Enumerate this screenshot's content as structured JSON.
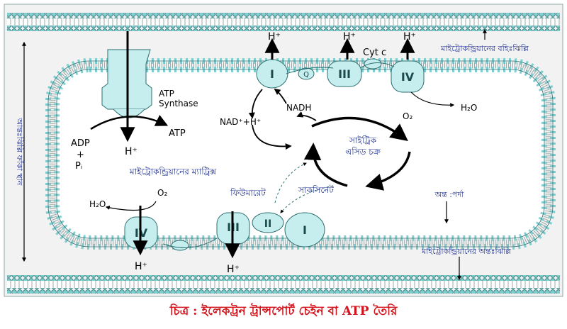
{
  "labels": {
    "outer_membrane": "মাইট্রোকন্ড্রিয়ানের বহিঃঝিল্লি",
    "inner_membrane": "মাইট্রোকন্ড্রিয়ানের অন্তঃঝিল্লি",
    "cristae": "অন্ত :পর্দা",
    "intermembrane_space": "আন্তঃঝিল্লি ফাঁকা স্থান",
    "matrix": "মাইট্রোকন্ড্রিয়ানের ম্যাট্রিক্স",
    "atp_synthase": "ATP\nSynthase",
    "adp_pi": "ADP\n+\nPi",
    "atp": "ATP",
    "proton": "H+",
    "nadh": "NADH",
    "nad_h": "NAD++H+",
    "cycle": "সাইট্রিক\nএসিড চক্র",
    "fumarate": "ফিউমারেট",
    "succinate": "সাকসিনেট",
    "cytc": "Cyt c",
    "o2": "O2",
    "h2o": "H2O",
    "complex_1": "I",
    "complex_2": "II",
    "complex_3": "III",
    "complex_4": "IV"
  },
  "caption": "চিত্র : ইলেকট্রন ট্রান্সপোর্ট চেইন বা ATP তৈরি",
  "colors": {
    "membrane_head": "#7fcfd0",
    "membrane_stroke": "#2c6e70",
    "protein": "#c6eeee",
    "caption": "#d4141c"
  }
}
